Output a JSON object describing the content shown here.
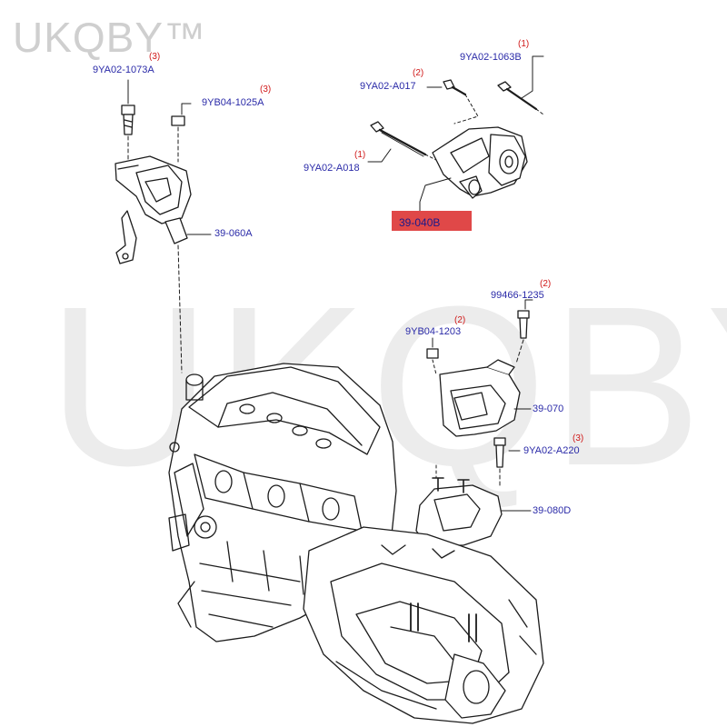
{
  "watermark": {
    "small": "UKQBY™",
    "large": "UKQBY™"
  },
  "parts": [
    {
      "id": "p1073",
      "code": "9YA02-1073A",
      "qty": "(3)"
    },
    {
      "id": "p1025",
      "code": "9YB04-1025A",
      "qty": "(3)"
    },
    {
      "id": "p060",
      "code": "39-060A",
      "qty": ""
    },
    {
      "id": "p1063",
      "code": "9YA02-1063B",
      "qty": "(1)"
    },
    {
      "id": "p017",
      "code": "9YA02-A017",
      "qty": "(2)"
    },
    {
      "id": "p018",
      "code": "9YA02-A018",
      "qty": "(1)"
    },
    {
      "id": "p040",
      "code": "39-040B",
      "qty": "",
      "highlighted": true
    },
    {
      "id": "p1235",
      "code": "99466-1235",
      "qty": "(2)"
    },
    {
      "id": "p1203",
      "code": "9YB04-1203",
      "qty": "(2)"
    },
    {
      "id": "p070",
      "code": "39-070",
      "qty": ""
    },
    {
      "id": "p220",
      "code": "9YA02-A220",
      "qty": "(3)"
    },
    {
      "id": "p080",
      "code": "39-080D",
      "qty": ""
    }
  ],
  "colors": {
    "label": "#2a2aa8",
    "quantity": "#d01818",
    "highlight": "#e04848",
    "line": "#1c1c1c"
  }
}
